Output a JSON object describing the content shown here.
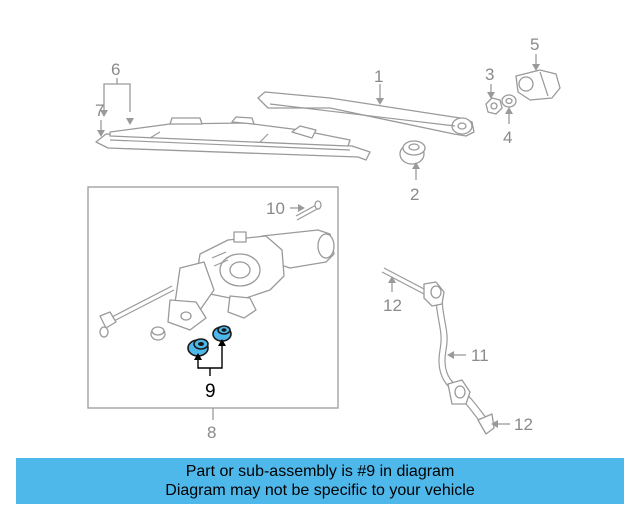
{
  "callouts": {
    "c1": "1",
    "c2": "2",
    "c3": "3",
    "c4": "4",
    "c5": "5",
    "c6": "6",
    "c7": "7",
    "c8": "8",
    "c9": "9",
    "c10": "10",
    "c11": "11",
    "c12a": "12",
    "c12b": "12"
  },
  "highlight_color": "#4fb8ea",
  "banner": {
    "line1": "Part or sub-assembly is #9 in diagram",
    "line2": "Diagram may not be specific to your vehicle"
  }
}
